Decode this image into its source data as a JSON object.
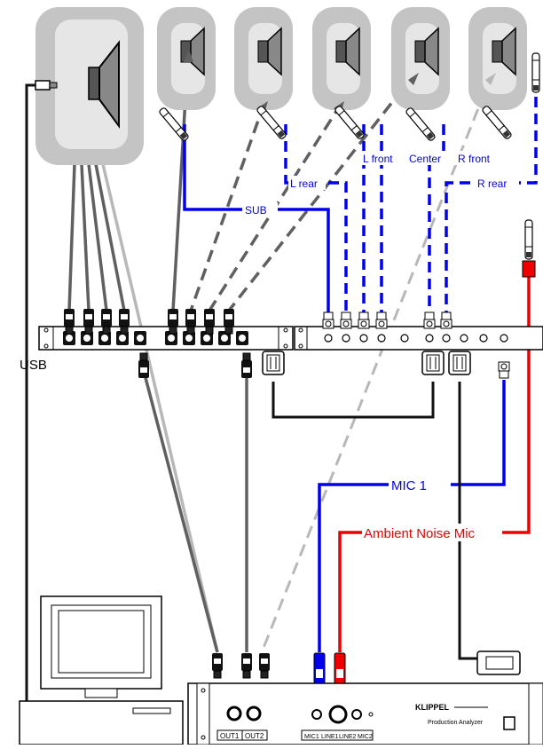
{
  "labels": {
    "usb": "USB",
    "sub": "SUB",
    "l_rear": "L rear",
    "l_front": "L front",
    "center": "Center",
    "r_front": "R front",
    "r_rear": "R rear",
    "mic1": "MIC 1",
    "ambient": "Ambient Noise Mic"
  },
  "analyzer": {
    "brand": "KLIPPEL",
    "model": "Production Analyzer",
    "out1": "OUT1",
    "out2": "OUT2",
    "mic1": "MIC1",
    "line1": "LINE1",
    "line2": "LINE2",
    "mic2": "MIC2"
  },
  "colors": {
    "signal_blue": "#0000ee",
    "ambient_red": "#ee0000",
    "speaker_cable": "#606060",
    "light_cable": "#b8b8b8"
  }
}
